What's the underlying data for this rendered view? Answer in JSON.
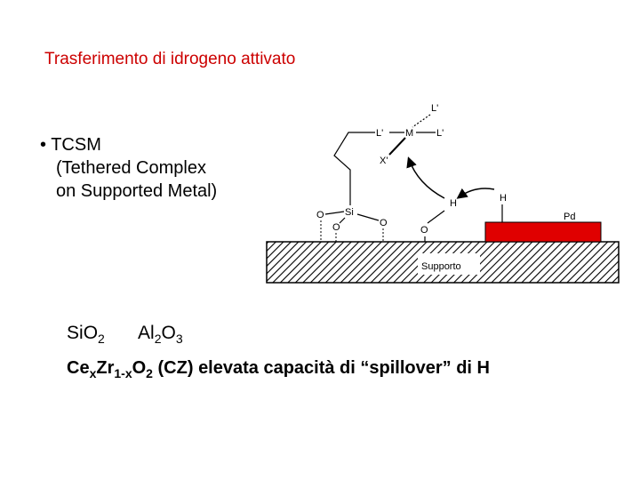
{
  "slide": {
    "title": "Trasferimento di idrogeno attivato",
    "bullet": {
      "marker": "•",
      "lines": [
        "TCSM",
        "(Tethered Complex",
        "on Supported Metal)"
      ]
    },
    "formulas": {
      "sio2": {
        "el1": "Si",
        "o": "O",
        "sub": "2"
      },
      "al2o3": {
        "el1": "Al",
        "sub1": "2",
        "o": "O",
        "sub2": "3"
      },
      "cz": {
        "ce": "Ce",
        "x1": "x",
        "zr": "Zr",
        "sub_zr": "1-x",
        "o": "O",
        "sub_o": "2",
        "rest": " (CZ) elevata capacità di “spillover” di H"
      }
    }
  },
  "diagram": {
    "labels": {
      "L_top": "L'",
      "L_left": "L'",
      "M": "M",
      "L_right": "L'",
      "X": "X'",
      "Si": "Si",
      "O1": "O",
      "O2": "O",
      "O3": "O",
      "O_surface": "O",
      "H_left": "H",
      "H_right": "H",
      "Pd": "Pd",
      "support": "Supporto"
    },
    "colors": {
      "pd_block": "#e00000",
      "title": "#cc0000"
    }
  }
}
